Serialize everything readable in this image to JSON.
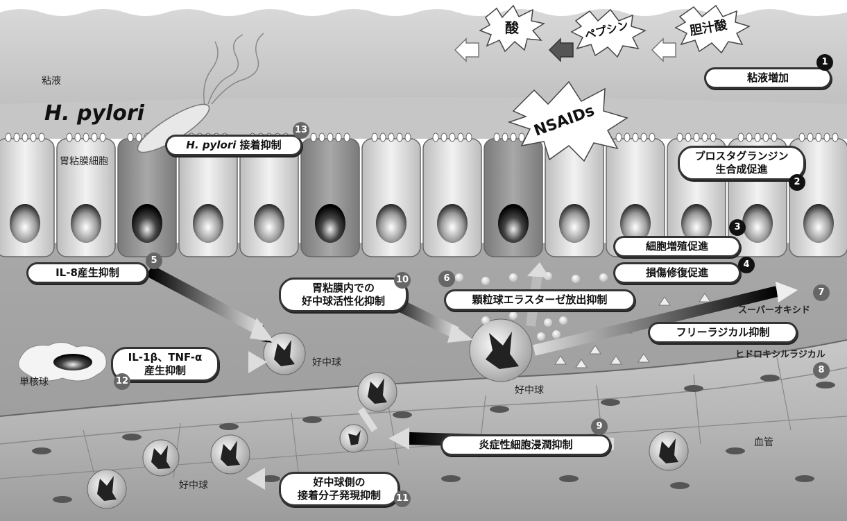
{
  "labels": {
    "mucus": "粘液",
    "h_pylori": "H. pylori",
    "gastric_cell": "胃粘膜細胞",
    "mononuclear": "単核球",
    "neutrophil_1": "好中球",
    "neutrophil_2": "好中球",
    "neutrophil_3": "好中球",
    "blood_vessel": "血管",
    "superoxide": "スーパーオキシド",
    "hydroxyl_radical": "ヒドロキシルラジカル"
  },
  "aggressors": {
    "acid": "酸",
    "pepsin": "ペプシン",
    "bile_acid": "胆汁酸",
    "nsaids": "NSAIDs"
  },
  "actions": [
    {
      "num": "1",
      "text": "粘液増加"
    },
    {
      "num": "2",
      "line1": "プロスタグランジン",
      "line2": "生合成促進"
    },
    {
      "num": "3",
      "text": "細胞増殖促進"
    },
    {
      "num": "4",
      "text": "損傷修復促進"
    },
    {
      "num": "5",
      "text": "IL-8産生抑制"
    },
    {
      "num": "6",
      "text": "顆粒球エラスターゼ放出抑制"
    },
    {
      "num": "7",
      "text": "フリーラジカル抑制"
    },
    {
      "num": "8"
    },
    {
      "num": "9",
      "text": "炎症性細胞浸潤抑制"
    },
    {
      "num": "10",
      "line1": "胃粘膜内での",
      "line2": "好中球活性化抑制"
    },
    {
      "num": "11",
      "line1": "好中球側の",
      "line2": "接着分子発現抑制"
    },
    {
      "num": "12",
      "line1": "IL-1β、TNF-α",
      "line2": "産生抑制"
    },
    {
      "num": "13",
      "prefix": "H. pylori",
      "text": " 接着抑制"
    }
  ]
}
